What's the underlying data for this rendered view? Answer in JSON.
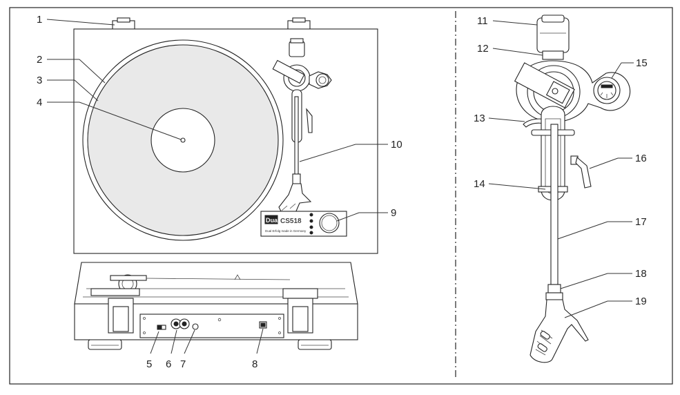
{
  "labels": {
    "n1": "1",
    "n2": "2",
    "n3": "3",
    "n4": "4",
    "n5": "5",
    "n6": "6",
    "n7": "7",
    "n8": "8",
    "n9": "9",
    "n10": "10",
    "n11": "11",
    "n12": "12",
    "n13": "13",
    "n14": "14",
    "n15": "15",
    "n16": "16",
    "n17": "17",
    "n18": "18",
    "n19": "19"
  },
  "plate": {
    "brand": "Dual",
    "model": "CS518",
    "tagline": "Dual Erfolg made in Germany"
  },
  "colors": {
    "line": "#222222",
    "background": "#ffffff"
  }
}
